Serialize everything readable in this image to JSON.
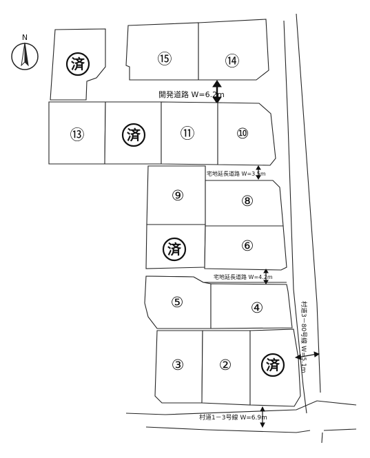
{
  "map": {
    "north": "N",
    "lots": [
      {
        "id": "lot-sold-top-left",
        "text": "済",
        "sold": true
      },
      {
        "id": "lot-15",
        "text": "⑮",
        "sold": false
      },
      {
        "id": "lot-14",
        "text": "⑭",
        "sold": false
      },
      {
        "id": "lot-13",
        "text": "⑬",
        "sold": false
      },
      {
        "id": "lot-sold-12",
        "text": "済",
        "sold": true
      },
      {
        "id": "lot-11",
        "text": "⑪",
        "sold": false
      },
      {
        "id": "lot-10",
        "text": "⑩",
        "sold": false
      },
      {
        "id": "lot-9",
        "text": "⑨",
        "sold": false
      },
      {
        "id": "lot-8",
        "text": "⑧",
        "sold": false
      },
      {
        "id": "lot-sold-7",
        "text": "済",
        "sold": true
      },
      {
        "id": "lot-6",
        "text": "⑥",
        "sold": false
      },
      {
        "id": "lot-5",
        "text": "⑤",
        "sold": false
      },
      {
        "id": "lot-4",
        "text": "④",
        "sold": false
      },
      {
        "id": "lot-3",
        "text": "③",
        "sold": false
      },
      {
        "id": "lot-2",
        "text": "②",
        "sold": false
      },
      {
        "id": "lot-sold-1",
        "text": "済",
        "sold": true
      }
    ],
    "roads": {
      "development_road": "開発道路 W=6.2m",
      "extension_road_upper": "宅地延長道路 W=3.5m",
      "extension_road_lower": "宅地延長道路 W=4.2m",
      "village_road_bottom": "村道1－3号線 W=6.9m",
      "village_road_right": "村道3－80号線 W=5.1m"
    }
  }
}
